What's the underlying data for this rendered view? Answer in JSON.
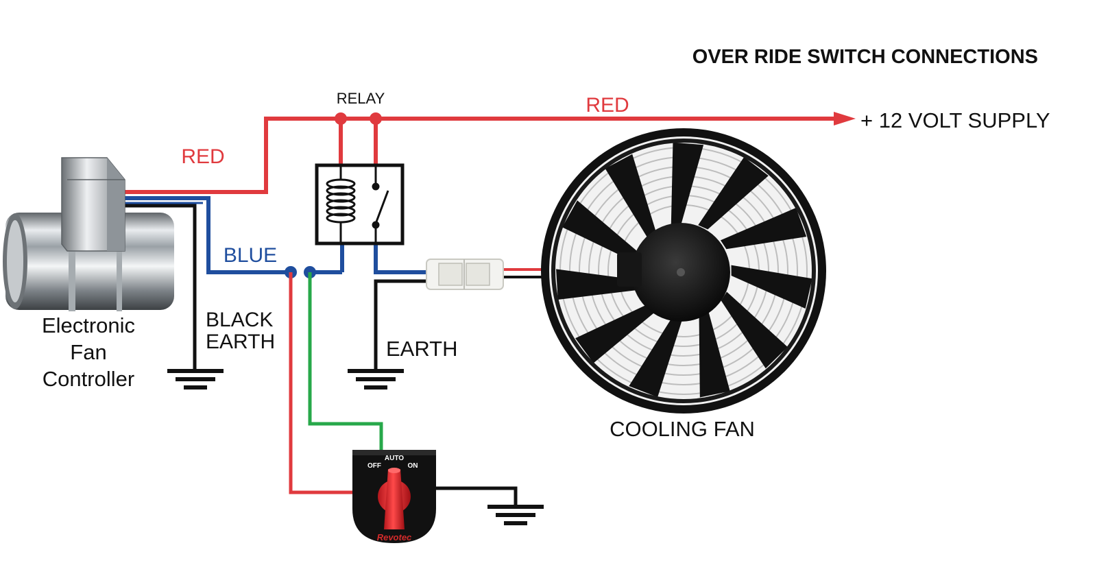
{
  "title": "OVER RIDE SWITCH CONNECTIONS",
  "labels": {
    "relay": "RELAY",
    "red_top": "RED",
    "red_left": "RED",
    "blue": "BLUE",
    "black_earth_line1": "BLACK",
    "black_earth_line2": "EARTH",
    "earth": "EARTH",
    "supply": "+ 12 VOLT SUPPLY",
    "controller_line1": "Electronic",
    "controller_line2": "Fan",
    "controller_line3": "Controller",
    "cooling_fan": "COOLING FAN"
  },
  "switch": {
    "off": "OFF",
    "auto": "AUTO",
    "on": "ON",
    "brand": "Revotec"
  },
  "colors": {
    "red_wire": "#e03a3e",
    "blue_wire": "#1f4e9e",
    "black_wire": "#111111",
    "green_wire": "#27a84a"
  }
}
